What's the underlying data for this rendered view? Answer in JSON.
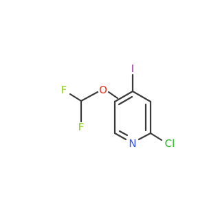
{
  "molecule": {
    "colors": {
      "bond": "#3a3a3a",
      "carbon": "#3a3a3a",
      "F": "#8fd11f",
      "O": "#e8311a",
      "I": "#9b35a3",
      "N": "#3050f8",
      "Cl": "#21b521"
    },
    "atoms": [
      {
        "id": "f1",
        "label": "F",
        "element": "F"
      },
      {
        "id": "f2",
        "label": "F",
        "element": "F"
      },
      {
        "id": "o",
        "label": "O",
        "element": "O"
      },
      {
        "id": "i",
        "label": "I",
        "element": "I"
      },
      {
        "id": "n",
        "label": "N",
        "element": "N"
      },
      {
        "id": "cl",
        "label": "Cl",
        "element": "Cl"
      }
    ]
  }
}
